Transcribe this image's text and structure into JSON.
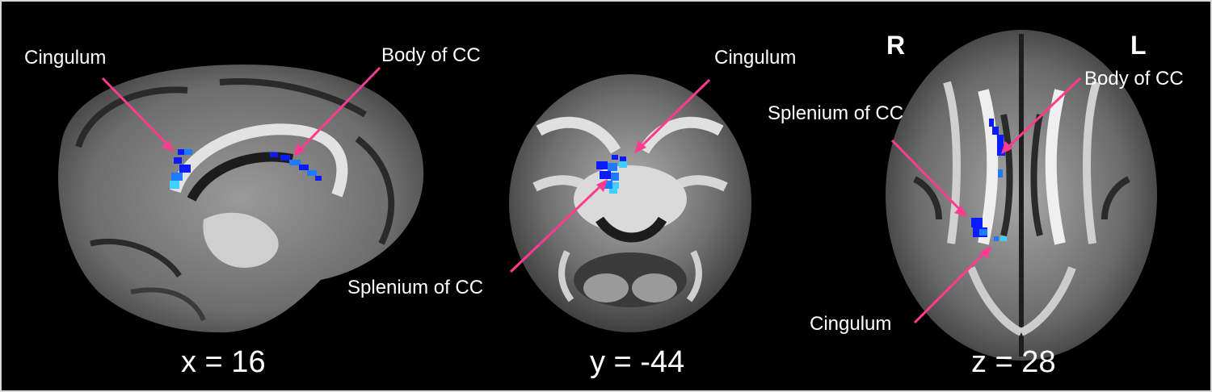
{
  "figure": {
    "arrow_color": "#ff3c8e",
    "highlight_colors": [
      "#0a1bff",
      "#1e7bff",
      "#3fd0ff"
    ],
    "panels": [
      {
        "view": "sagittal",
        "coordinate_label": "x = 16",
        "annotations": [
          "Cingulum",
          "Body of CC"
        ]
      },
      {
        "view": "coronal",
        "coordinate_label": "y = -44",
        "annotations": [
          "Cingulum",
          "Splenium of CC"
        ]
      },
      {
        "view": "axial",
        "coordinate_label": "z = 28",
        "orientation_left": "R",
        "orientation_right": "L",
        "annotations": [
          "Body of CC",
          "Splenium of CC",
          "Cingulum"
        ]
      }
    ]
  }
}
